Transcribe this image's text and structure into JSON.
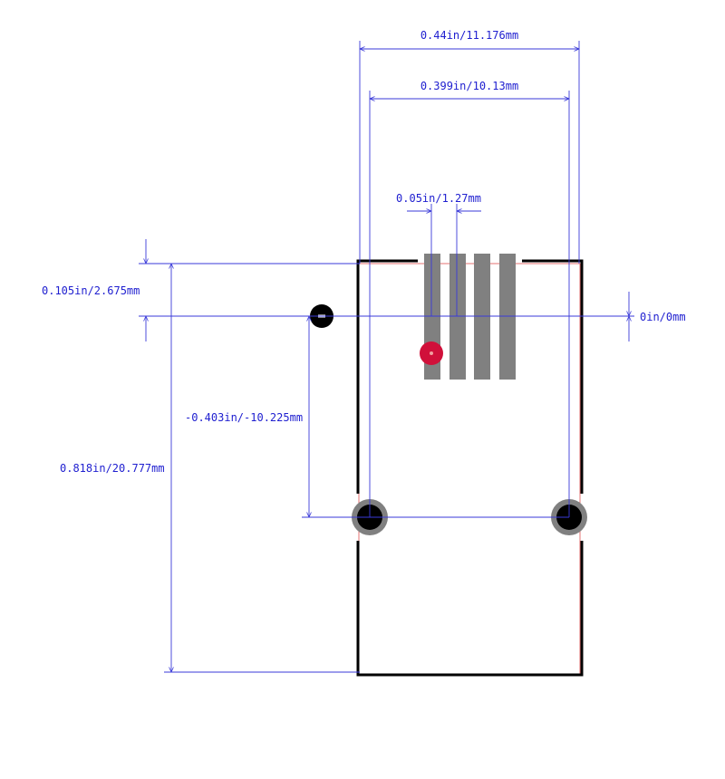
{
  "dimensions": {
    "overall_width": "0.44in/11.176mm",
    "hole_spacing": "0.399in/10.13mm",
    "pad_pitch": "0.05in/1.27mm",
    "top_offset": "0.105in/2.675mm",
    "origin": "0in/0mm",
    "hole_vertical": "-0.403in/-10.225mm",
    "overall_height": "0.818in/20.777mm"
  },
  "colors": {
    "dimension": "#3a3ad8",
    "dimension_text": "#2020d0",
    "outline": "#000000",
    "courtyard": "#e05050",
    "pad": "#808080",
    "pin1_marker": "#d0103a",
    "origin_marker": "#000000"
  },
  "icons": {
    "pin1": "pin1-marker-icon",
    "origin": "origin-marker-icon"
  }
}
